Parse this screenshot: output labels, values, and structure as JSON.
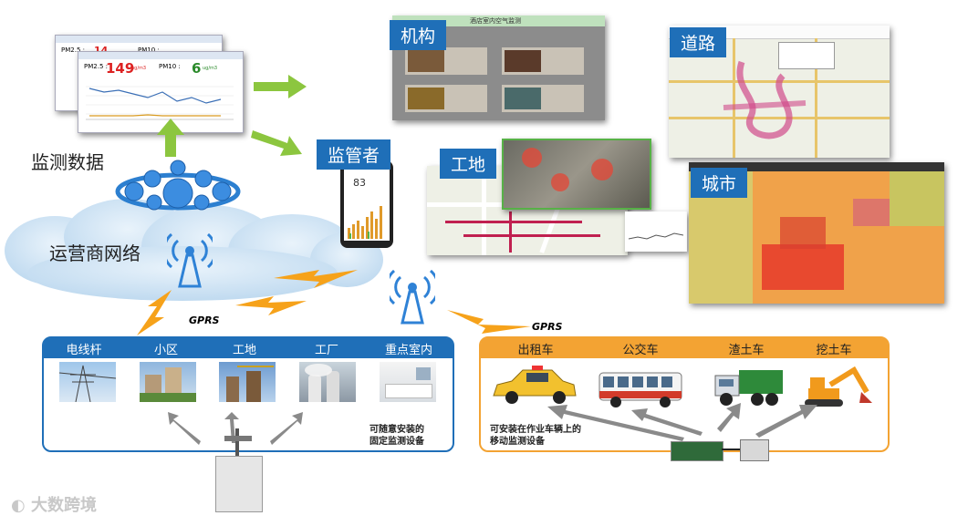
{
  "monitor": {
    "label": "监测数据",
    "pm25_label": "PM2.5 :",
    "pm25_value": "149",
    "pm25_unit": "ug/m3",
    "pm10_label": "PM10 :",
    "pm10_value": "6",
    "pm10_unit": "ug/m3",
    "back_value": "14",
    "back_pm25": "PM2.5 :",
    "back_pm10": "PM10 :"
  },
  "network": {
    "label": "运营商网络"
  },
  "gprs": {
    "left": "GPRS",
    "right": "GPRS"
  },
  "panels": {
    "institution": {
      "label": "机构",
      "header": "酒店室内空气监测"
    },
    "regulator": {
      "label": "监管者",
      "phone_value": "83"
    },
    "site": {
      "label": "工地"
    },
    "road": {
      "label": "道路"
    },
    "city": {
      "label": "城市"
    }
  },
  "fixed_group": {
    "items": [
      "电线杆",
      "小区",
      "工地",
      "工厂",
      "重点室内"
    ],
    "note_line1": "可随意安装的",
    "note_line2": "固定监测设备"
  },
  "mobile_group": {
    "items": [
      "出租车",
      "公交车",
      "渣土车",
      "挖土车"
    ],
    "note_line1": "可安装在作业车辆上的",
    "note_line2": "移动监测设备"
  },
  "watermark": {
    "text": "大数跨境"
  },
  "colors": {
    "blue": "#1f6fb8",
    "orange": "#f3a333",
    "green_arrow": "#8cc63f",
    "bolt": "#f6a21a"
  }
}
